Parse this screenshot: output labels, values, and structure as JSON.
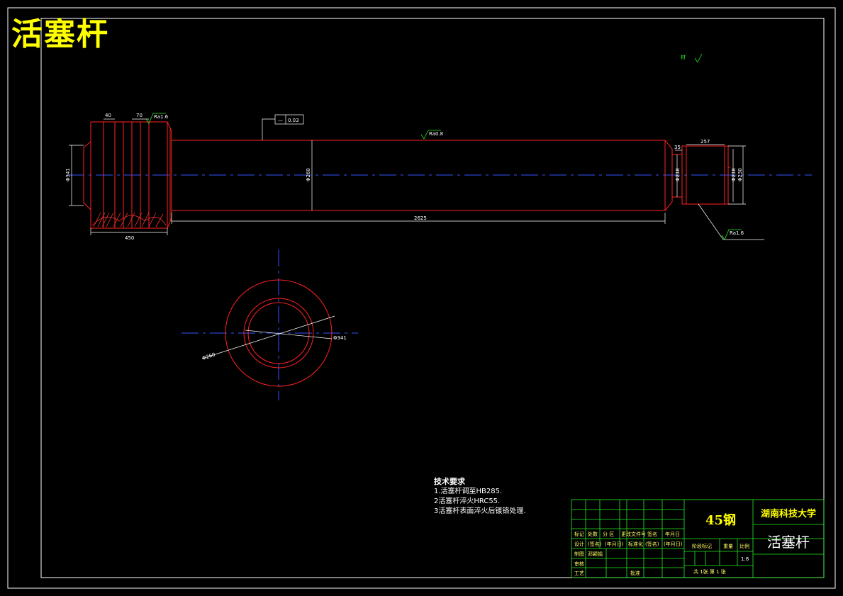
{
  "drawing": {
    "title": "活塞杆",
    "material_note": "材",
    "dimensions": {
      "d_end": "Φ341",
      "w_40": "40",
      "w_70": "70",
      "len_450": "450",
      "d_shaft": "Φ260",
      "len_main": "2625",
      "len_257": "257",
      "len_35": "35",
      "d_neck": "Φ218",
      "d_tip": "Φ218",
      "d_tip2": "Φ230",
      "sec_outer": "Φ260",
      "sec_inner": "Φ341"
    },
    "roughness": {
      "r1": "Ra1.6",
      "r2": "Ra0.8",
      "r3": "Ra1.6"
    },
    "tolerance": {
      "symbol": "—",
      "value": "0.03"
    }
  },
  "tech_requirements": {
    "heading": "技术要求",
    "items": [
      "1.活塞杆调至HB285.",
      "2活塞杆淬火HRC55.",
      "3活塞杆表面淬火后镀铬处理."
    ]
  },
  "title_block": {
    "material": "45钢",
    "school": "湖南科技大学",
    "part_name": "活塞杆",
    "row_labels": [
      "标记",
      "处数",
      "分  区",
      "更改文件号",
      "签名",
      "年月日"
    ],
    "design_labels": [
      "设计",
      "(签名)",
      "(年月日)",
      "标准化",
      "(签名)",
      "(年月日)"
    ],
    "drawn_label": "制图",
    "drawn_by": "邓颖娟",
    "check_label": "审核",
    "process_label": "工艺",
    "approve_label": "批准",
    "stage_label": "阶段标记",
    "weight_label": "重量",
    "scale_label": "比例",
    "scale_value": "1:8",
    "sheets": "共  1张   第  1  张"
  }
}
